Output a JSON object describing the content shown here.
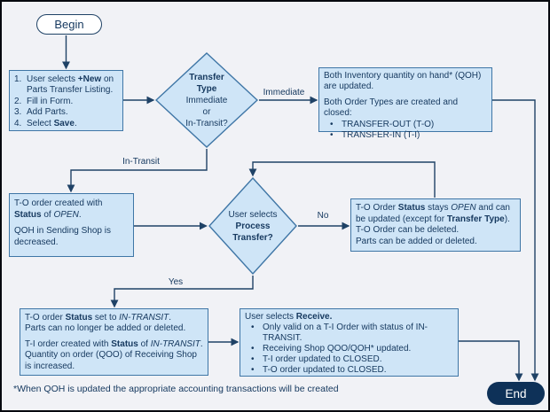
{
  "palette": {
    "background": "#f1f2f6",
    "node_fill": "#cfe5f7",
    "node_border": "#3f76a6",
    "line": "#1f4266",
    "text": "#173a60",
    "end_fill": "#0e3158",
    "end_text": "#ffffff",
    "begin_fill": "#ffffff",
    "frame": "#07090f"
  },
  "nodes": {
    "begin": {
      "label": "Begin"
    },
    "steps": {
      "lines": [
        {
          "m": "1.",
          "seg": [
            {
              "t": "User selects "
            },
            {
              "t": "+New",
              "s": "b"
            },
            {
              "t": " on Parts Transfer Listing."
            }
          ]
        },
        {
          "m": "2.",
          "seg": [
            {
              "t": "Fill in Form."
            }
          ]
        },
        {
          "m": "3.",
          "seg": [
            {
              "t": "Add Parts."
            }
          ]
        },
        {
          "m": "4.",
          "seg": [
            {
              "t": "Select "
            },
            {
              "t": "Save",
              "s": "b"
            },
            {
              "t": "."
            }
          ]
        }
      ]
    },
    "transfer_type": {
      "lines": [
        {
          "seg": [
            {
              "t": "Transfer",
              "s": "b"
            }
          ]
        },
        {
          "seg": [
            {
              "t": "Type",
              "s": "b"
            }
          ]
        },
        {
          "seg": [
            {
              "t": "Immediate"
            }
          ]
        },
        {
          "seg": [
            {
              "t": "or"
            }
          ]
        },
        {
          "seg": [
            {
              "t": "In-Transit?"
            }
          ]
        }
      ]
    },
    "immediate_result": {
      "lines": [
        {
          "seg": [
            {
              "t": "Both Inventory quantity on hand* (QOH) are updated."
            }
          ]
        },
        {
          "gap": true,
          "seg": [
            {
              "t": "Both Order Types are created and closed:"
            }
          ]
        },
        {
          "m": "•",
          "ind": true,
          "seg": [
            {
              "t": "TRANSFER-OUT (T-O)"
            }
          ]
        },
        {
          "m": "•",
          "ind": true,
          "seg": [
            {
              "t": "TRANSFER-IN (T-I)"
            }
          ]
        }
      ]
    },
    "open_status": {
      "lines": [
        {
          "seg": [
            {
              "t": "T-O order created with "
            },
            {
              "t": "Status",
              "s": "b"
            },
            {
              "t": " of "
            },
            {
              "t": "OPEN",
              "s": "i"
            },
            {
              "t": "."
            }
          ]
        },
        {
          "gap": true,
          "seg": [
            {
              "t": "QOH in Sending Shop is decreased."
            }
          ]
        }
      ]
    },
    "process_transfer": {
      "lines": [
        {
          "seg": [
            {
              "t": "User selects"
            }
          ]
        },
        {
          "seg": [
            {
              "t": "Process",
              "s": "b"
            }
          ]
        },
        {
          "seg": [
            {
              "t": "Transfer?",
              "s": "b"
            }
          ]
        }
      ]
    },
    "no_result": {
      "lines": [
        {
          "seg": [
            {
              "t": "T-O Order "
            },
            {
              "t": "Status",
              "s": "b"
            },
            {
              "t": " stays "
            },
            {
              "t": "OPEN",
              "s": "i"
            },
            {
              "t": " and can be updated (except for "
            },
            {
              "t": "Transfer Type",
              "s": "b"
            },
            {
              "t": ")."
            }
          ]
        },
        {
          "seg": [
            {
              "t": "T-O Order can be deleted."
            }
          ]
        },
        {
          "seg": [
            {
              "t": "Parts can be added or deleted."
            }
          ]
        }
      ]
    },
    "in_transit_status": {
      "lines": [
        {
          "seg": [
            {
              "t": "T-O order "
            },
            {
              "t": "Status",
              "s": "b"
            },
            {
              "t": " set to "
            },
            {
              "t": "IN-TRANSIT",
              "s": "i"
            },
            {
              "t": "."
            }
          ]
        },
        {
          "seg": [
            {
              "t": "Parts can no longer be added or deleted."
            }
          ]
        },
        {
          "gap": true,
          "seg": [
            {
              "t": "T-I order created with "
            },
            {
              "t": "Status",
              "s": "b"
            },
            {
              "t": " of "
            },
            {
              "t": "IN-TRANSIT",
              "s": "i"
            },
            {
              "t": "."
            }
          ]
        },
        {
          "seg": [
            {
              "t": "Quantity on order (QOO) of Receiving Shop is increased."
            }
          ]
        }
      ]
    },
    "receive": {
      "lines": [
        {
          "seg": [
            {
              "t": "User selects "
            },
            {
              "t": "Receive.",
              "s": "b"
            }
          ]
        },
        {
          "m": "•",
          "ind": true,
          "seg": [
            {
              "t": "Only valid on a T-I Order with status of IN-TRANSIT."
            }
          ]
        },
        {
          "m": "•",
          "ind": true,
          "seg": [
            {
              "t": "Receiving Shop QOO/QOH* updated."
            }
          ]
        },
        {
          "m": "•",
          "ind": true,
          "seg": [
            {
              "t": "T-I order updated to CLOSED."
            }
          ]
        },
        {
          "m": "•",
          "ind": true,
          "seg": [
            {
              "t": "T-O order updated to CLOSED."
            }
          ]
        }
      ]
    },
    "end": {
      "label": "End"
    }
  },
  "edge_labels": {
    "immediate": "Immediate",
    "in_transit": "In-Transit",
    "no": "No",
    "yes": "Yes"
  },
  "footnote": "*When QOH is updated the appropriate accounting transactions will be created"
}
